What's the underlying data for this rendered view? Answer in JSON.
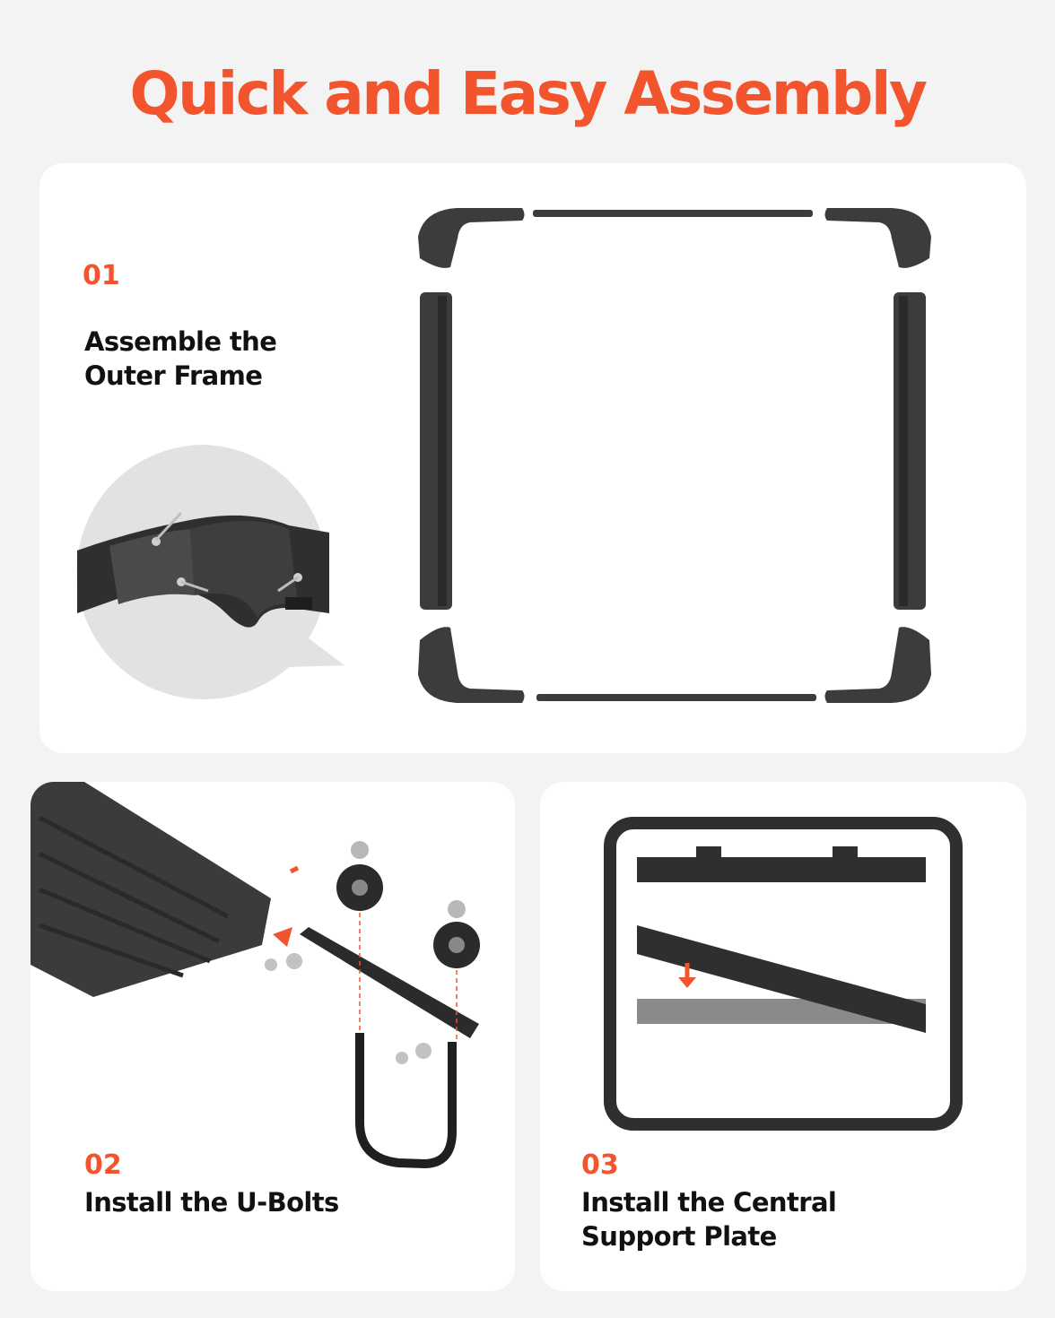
{
  "title": "Quick and Easy Assembly",
  "colors": {
    "accent": "#f2542d",
    "frame": "#3a3a3c",
    "frame_dark": "#2a2a2c"
  },
  "steps": [
    {
      "number": "01",
      "title_line1": "Assemble the",
      "title_line2": "Outer Frame"
    },
    {
      "number": "02",
      "title_line1": "Install the U-Bolts"
    },
    {
      "number": "03",
      "title_line1": "Install the Central",
      "title_line2": "Support Plate"
    }
  ]
}
